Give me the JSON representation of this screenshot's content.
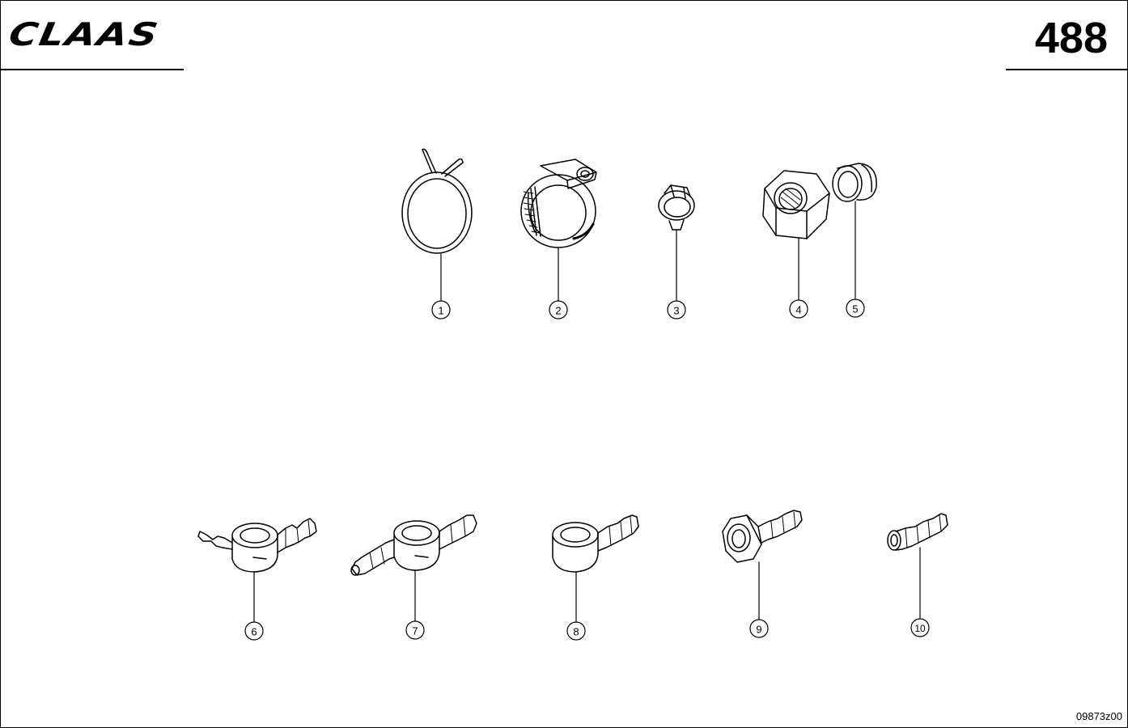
{
  "header": {
    "brand": "CLAAS",
    "page_number": "488"
  },
  "footer": {
    "drawing_code": "09873z00"
  },
  "parts": [
    {
      "callout": "1",
      "icon": "wire-spring-clamp-icon"
    },
    {
      "callout": "2",
      "icon": "worm-drive-hose-clamp-icon"
    },
    {
      "callout": "3",
      "icon": "ear-clamp-icon"
    },
    {
      "callout": "4",
      "icon": "hex-nut-icon"
    },
    {
      "callout": "5",
      "icon": "cutting-ring-icon"
    },
    {
      "callout": "6",
      "icon": "double-banjo-fitting-icon"
    },
    {
      "callout": "7",
      "icon": "double-banjo-fitting-long-icon"
    },
    {
      "callout": "8",
      "icon": "banjo-hose-fitting-icon"
    },
    {
      "callout": "9",
      "icon": "swivel-nut-hose-fitting-icon"
    },
    {
      "callout": "10",
      "icon": "hose-nipple-icon"
    }
  ]
}
